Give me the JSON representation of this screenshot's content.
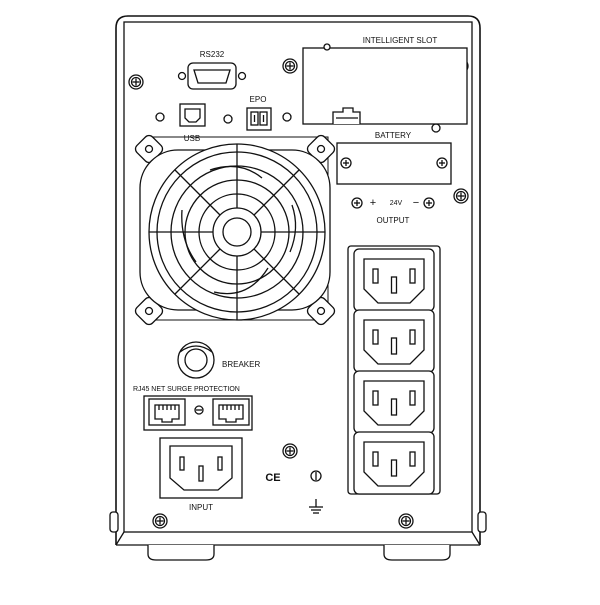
{
  "labels": {
    "rs232": "RS232",
    "usb": "USB",
    "epo": "EPO",
    "intelligent_slot": "INTELLIGENT SLOT",
    "battery": "BATTERY",
    "battery_plus": "+",
    "battery_voltage": "24V",
    "battery_minus": "−",
    "output": "OUTPUT",
    "breaker": "BREAKER",
    "rj45": "RJ45 NET SURGE PROTECTION",
    "input": "INPUT",
    "ce_mark": "CE"
  },
  "colors": {
    "line": "#111111",
    "panel": "#ffffff"
  },
  "icons": {
    "ground": "ground-icon",
    "screw": "screw-icon"
  }
}
